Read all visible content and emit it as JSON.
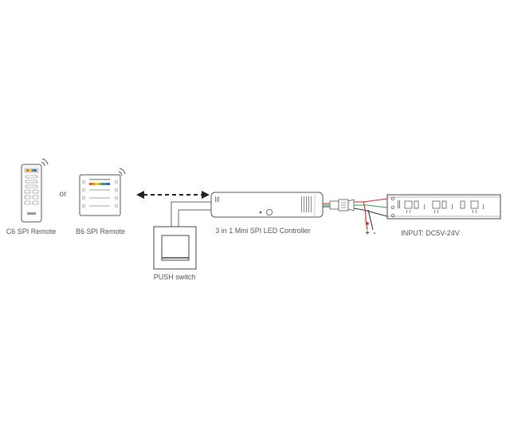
{
  "labels": {
    "c6_remote": "C6 SPI Remote",
    "or": "or",
    "b6_remote": "B6 SPI Remote",
    "controller": "3 in 1 Mini SPI LED Controller",
    "push_switch": "PUSH switch",
    "input": "INPUT: DC5V-24V",
    "plus": "+",
    "minus": "-"
  },
  "colors": {
    "line": "#444444",
    "wire_red": "#d9251d",
    "wire_green": "#2e9d4a",
    "wire_black": "#333333",
    "rainbow": [
      "#e53935",
      "#fb8c00",
      "#fdd835",
      "#43a047",
      "#1e88e5",
      "#8e24aa"
    ]
  }
}
